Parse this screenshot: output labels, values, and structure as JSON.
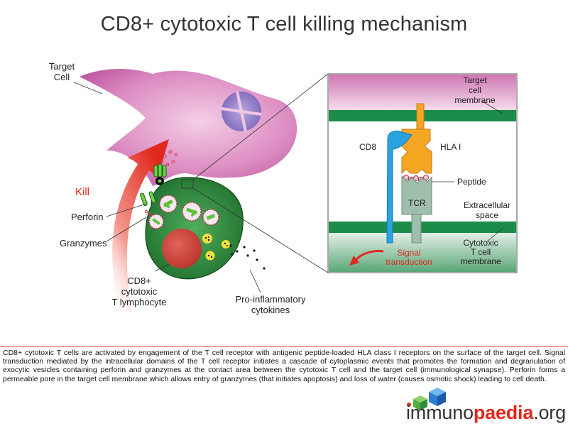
{
  "title": "CD8+ cytotoxic T cell killing mechanism",
  "labels": {
    "target_cell": "Target\nCell",
    "kill": "Kill",
    "perforin": "Perforin",
    "granzymes": "Granzymes",
    "cd8_lymphocyte": "CD8+\ncytotoxic\nT lymphocyte",
    "cytokines": "Pro-inflammatory\ncytokines"
  },
  "inset": {
    "target_membrane": "Target\ncell\nmembrane",
    "cd8": "CD8",
    "hla": "HLA I",
    "peptide": "Peptide",
    "tcr": "TCR",
    "extracellular": "Extracellular\nspace",
    "signal": "Signal\ntransduction",
    "tcell_membrane": "Cytotoxic\nT cell\nmembrane"
  },
  "caption": "CD8+ cytotoxic T cells are activated by engagement of the T cell receptor with antigenic peptide-loaded HLA class I receptors on the surface of the target cell. Signal transduction mediated by the intracellular domains of the T cell receptor initiates a cascade of cytoplasmic events that promotes the formation and degranulation of exocytic vesicles containing perforin and granzymes at the contact area between the cytotoxic T cell and the target cell (immunological synapse). Perforin forms a permeable pore in the target cell membrane which allows entry of granzymes (that initiates apoptosis) and loss of water (causes osmotic shock) leading to cell death.",
  "logo": {
    "part1": "immuno",
    "part2": "paedia",
    "part3": ".org"
  },
  "colors": {
    "target_cell": "#d77fb8",
    "tcell": "#2e8b3e",
    "membrane_green": "#1b8c4a",
    "cd8_blue": "#2aa3e0",
    "hla_orange": "#f5a623",
    "tcr_gray": "#9fbfac",
    "kill_red": "#e0281e"
  }
}
